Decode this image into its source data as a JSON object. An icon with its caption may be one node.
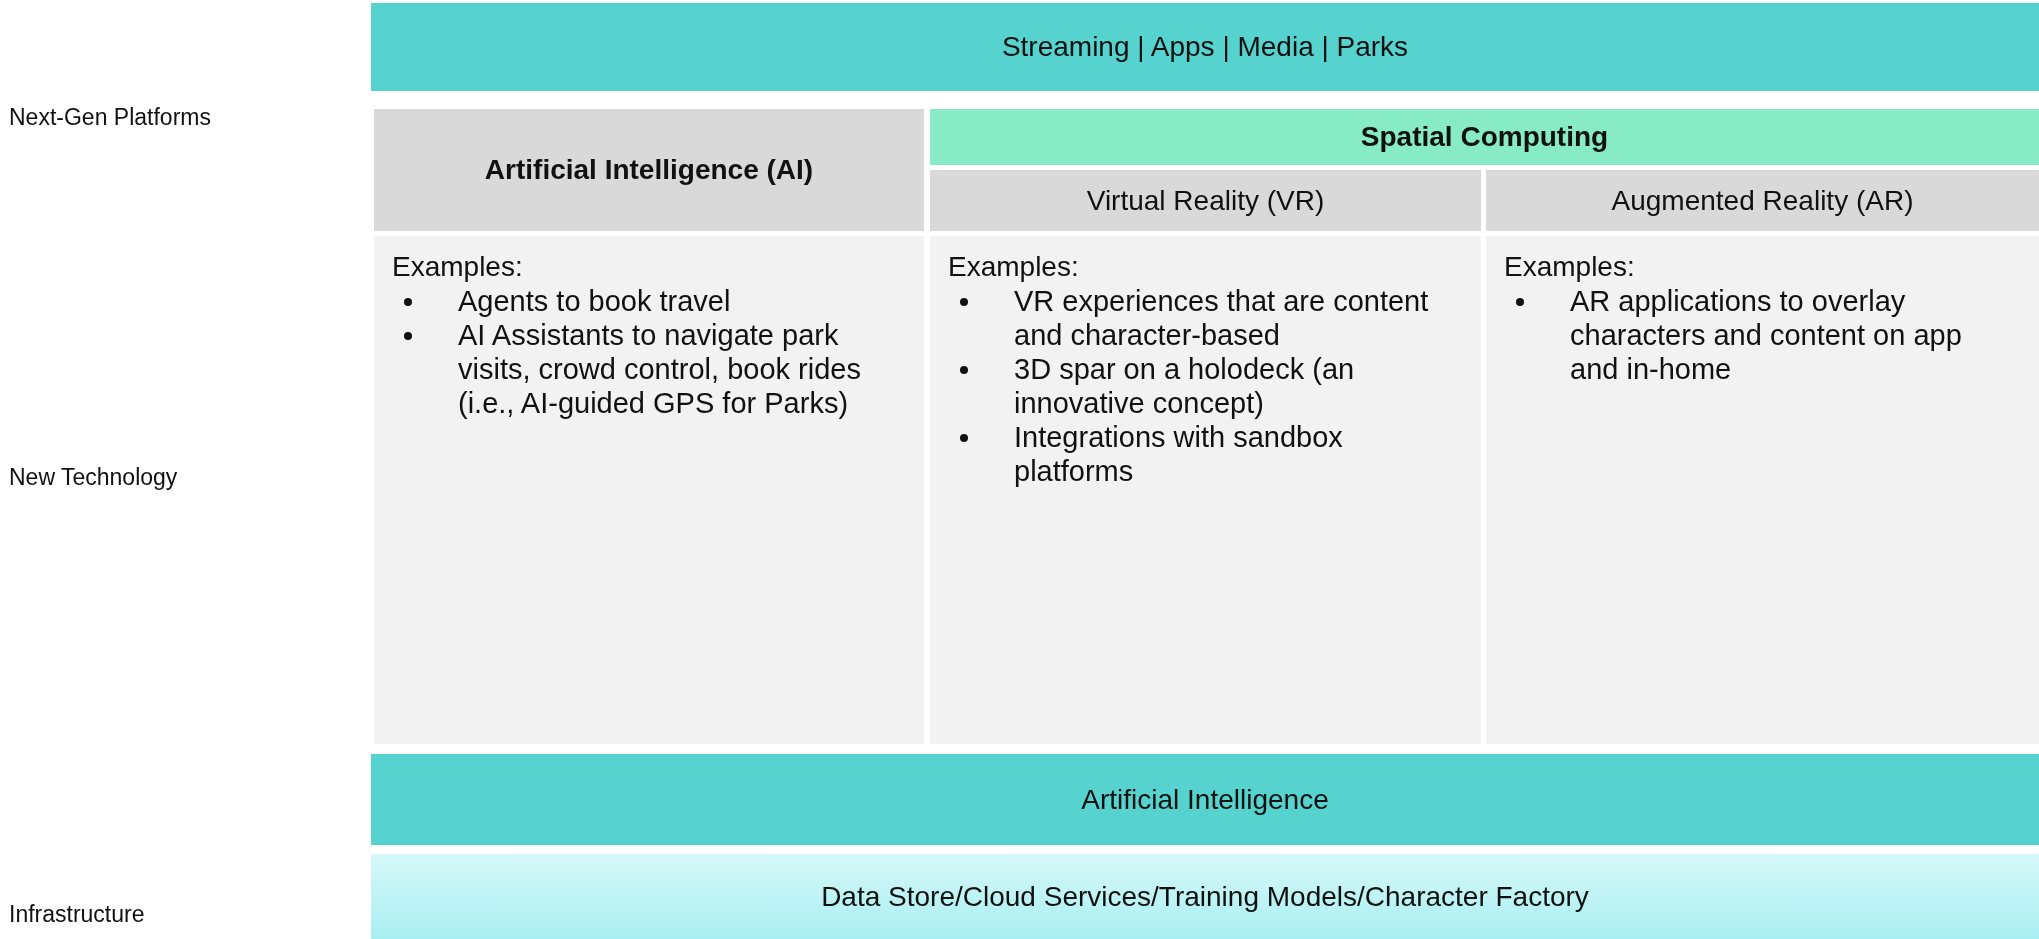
{
  "diagram": {
    "nodes": [
      {
        "text": [
          "Streaming | Apps | Media | Parks"
        ]
      },
      {
        "text": [
          "Artificial Intelligence (AI)"
        ]
      },
      {
        "text": [
          "Spatial Computing"
        ]
      },
      {
        "text": [
          "Virtual Reality (VR)"
        ]
      },
      {
        "text": [
          "Augmented Reality (AR)"
        ]
      },
      {
        "text": [
          "Examples:",
          "Agents to book travel",
          "AI Assistants to navigate park visits, crowd control, book rides (i.e., AI-guided GPS for Parks)"
        ]
      },
      {
        "text": [
          "Examples:",
          "VR experiences that are content and character-based",
          "3D spar on a holodeck (an innovative concept)",
          "Integrations with sandbox platforms"
        ]
      },
      {
        "text": [
          "Examples:",
          "AR applications to overlay characters and content on app and in-home"
        ]
      },
      {
        "text": [
          "Artificial Intelligence"
        ]
      },
      {
        "text": [
          "Data Store/Cloud Services/Training Models/Character Factory"
        ]
      }
    ],
    "labels": [
      "Next-Gen Platforms",
      "New Technology",
      "Infrastructure"
    ]
  }
}
